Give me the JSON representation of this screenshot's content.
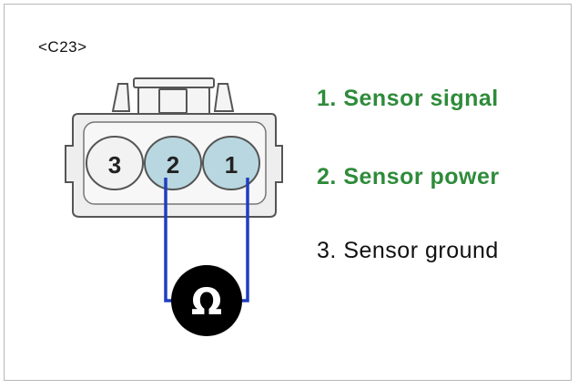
{
  "connector": {
    "id_label": "<C23>"
  },
  "terminals": [
    {
      "number": "3"
    },
    {
      "number": "2"
    },
    {
      "number": "1"
    }
  ],
  "meter": {
    "symbol": "Ω",
    "icon": "ohmmeter-icon"
  },
  "pins": [
    {
      "num": "1.",
      "text": "Sensor signal",
      "color": "#2e8b3a",
      "highlighted": true
    },
    {
      "num": "2.",
      "text": "Sensor power",
      "color": "#2e8b3a",
      "highlighted": true
    },
    {
      "num": "3.",
      "text": "Sensor ground",
      "color": "#111111",
      "highlighted": false
    }
  ],
  "colors": {
    "wire": "#1f3fbf",
    "connector_fill": "#eeeeee",
    "connector_stroke": "#555555",
    "measured_terminal_fill": "#b9d7e0",
    "unmeasured_terminal_fill": "#f2f2f2",
    "meter_fill": "#000000",
    "meter_symbol": "#ffffff"
  }
}
